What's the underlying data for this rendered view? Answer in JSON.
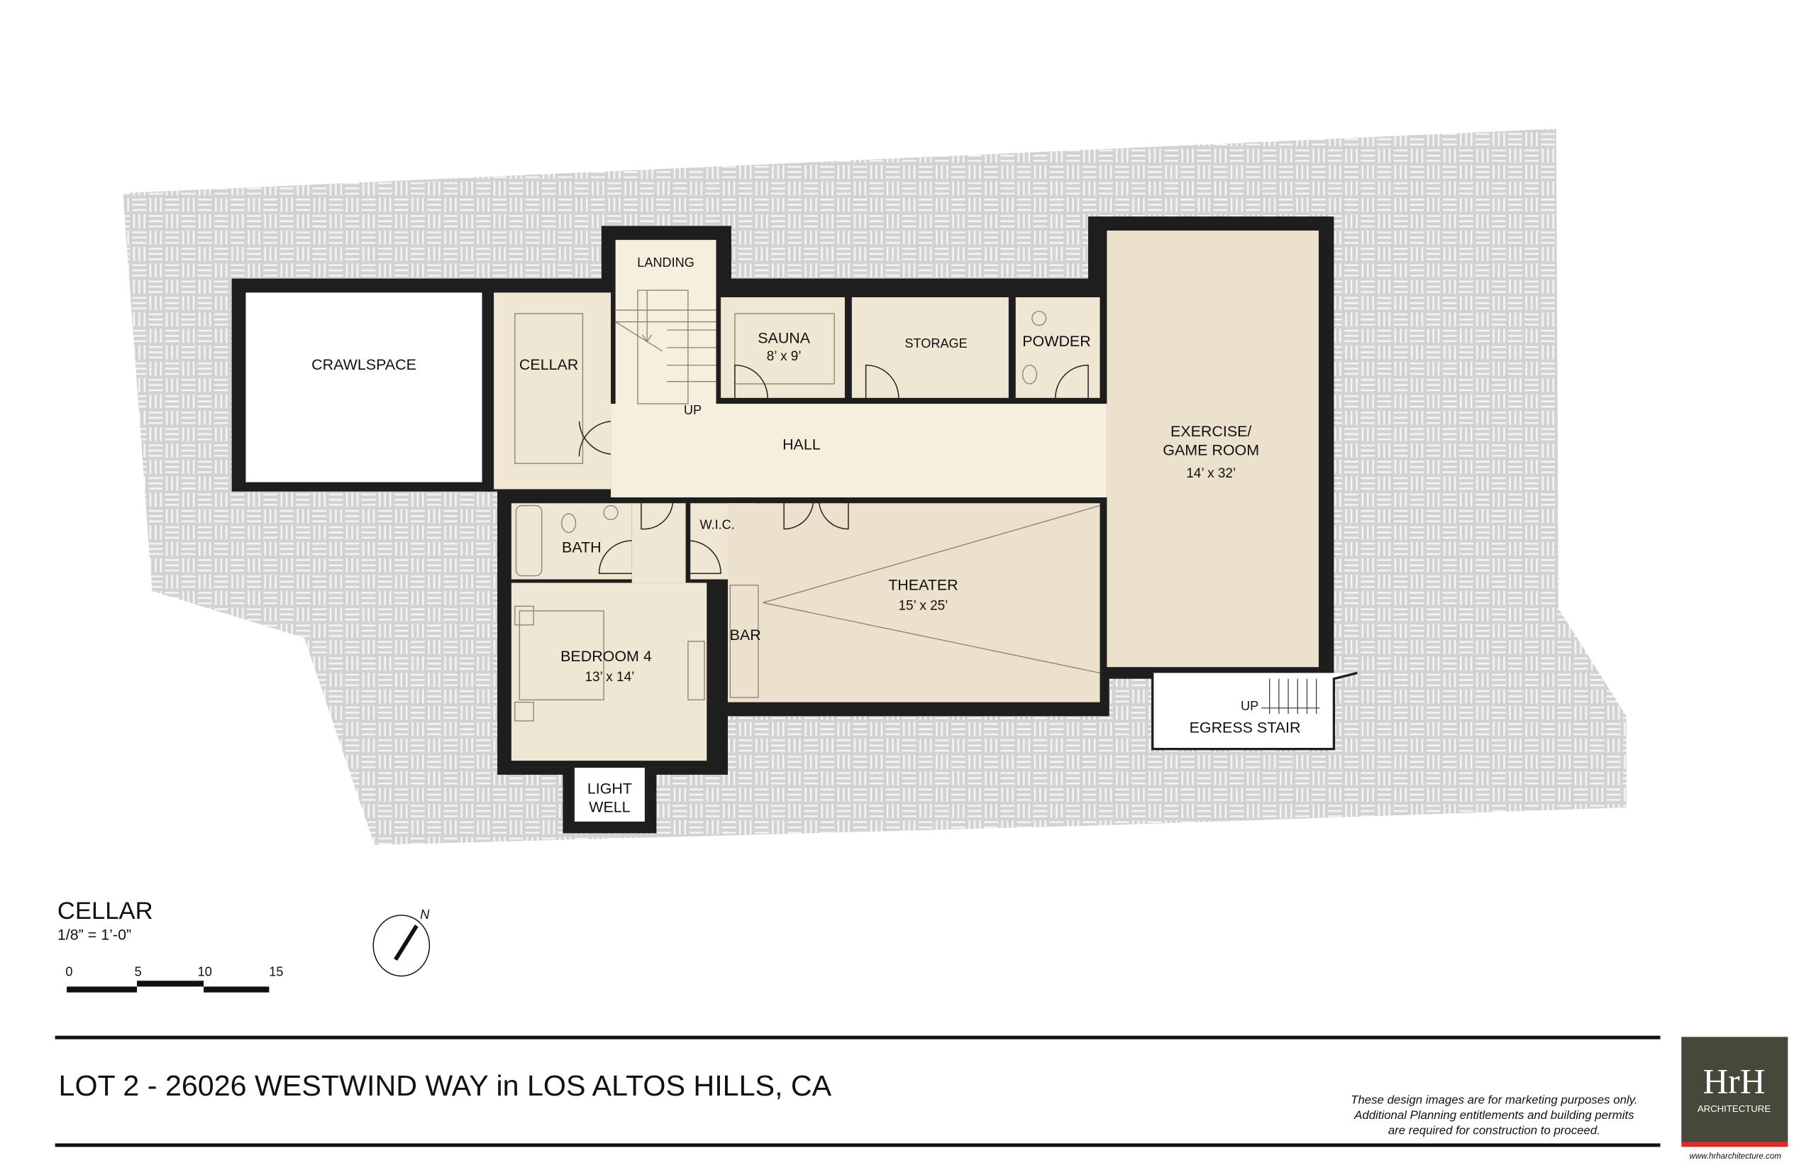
{
  "plan": {
    "title": "CELLAR",
    "scale_note": "1/8” = 1’-0”",
    "scale_bar_ticks": [
      "0",
      "5",
      "10",
      "15"
    ],
    "north_label": "N",
    "rooms": {
      "crawlspace": {
        "label": "CRAWLSPACE"
      },
      "landing": {
        "label": "LANDING"
      },
      "cellar": {
        "label": "CELLAR"
      },
      "stair_up": {
        "label": "UP"
      },
      "sauna": {
        "label": "SAUNA",
        "dims": "8’ x 9’"
      },
      "storage": {
        "label": "STORAGE"
      },
      "powder": {
        "label": "POWDER"
      },
      "hall": {
        "label": "HALL"
      },
      "exercise": {
        "label_line1": "EXERCISE/",
        "label_line2": "GAME ROOM",
        "dims": "14’ x 32’"
      },
      "bath": {
        "label": "BATH"
      },
      "wic": {
        "label": "W.I.C."
      },
      "theater": {
        "label": "THEATER",
        "dims": "15’ x 25’"
      },
      "bar": {
        "label": "BAR"
      },
      "bedroom": {
        "label": "BEDROOM 4",
        "dims": "13’ x 14’"
      },
      "light_well": {
        "label_line1": "LIGHT",
        "label_line2": "WELL"
      },
      "egress_up": {
        "label": "UP"
      },
      "egress": {
        "label": "EGRESS STAIR"
      }
    }
  },
  "footer": {
    "project_title": "LOT 2  -  26026 WESTWIND WAY  in LOS ALTOS HILLS,  CA",
    "disclaimer": [
      "These design images are for marketing purposes only.",
      "Additional Planning entitlements and building permits",
      "are required for construction to proceed."
    ],
    "logo": {
      "mark": "HrH",
      "subtitle": "ARCHITECTURE",
      "bg_color": "#47473a",
      "accent_color": "#e02a2a"
    },
    "url": "www.hrharchitecture.com"
  },
  "colors": {
    "wall": "#1e1e1e",
    "room": "#efe6d3",
    "hall": "#f6efdd",
    "hatch_bg": "#d6d6d6"
  }
}
